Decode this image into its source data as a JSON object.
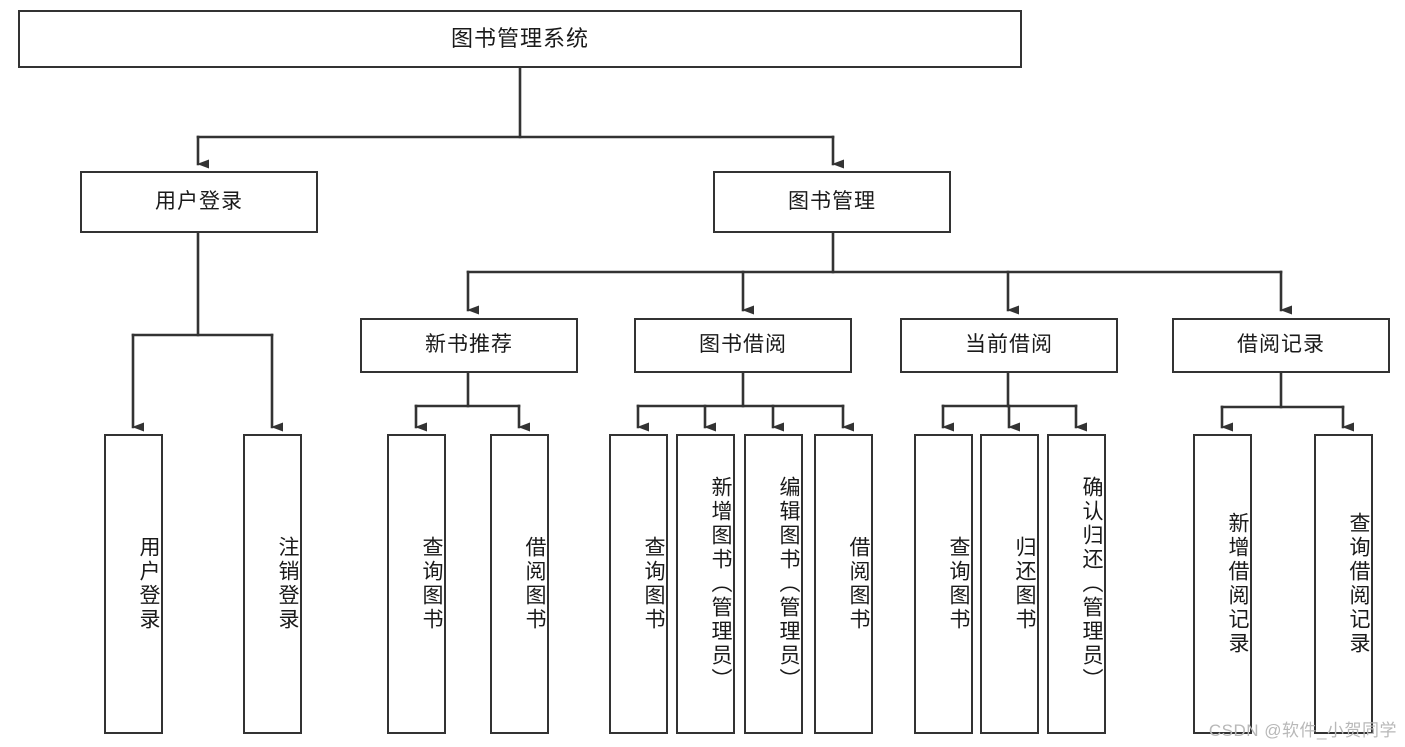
{
  "diagram": {
    "type": "tree",
    "title": "图书管理系统",
    "watermark": "CSDN @软件_小贺同学",
    "colors": {
      "stroke": "#333333",
      "fill": "#ffffff",
      "text": "#1a1a1a",
      "watermark": "#b8b8b8"
    },
    "nodes": {
      "root": {
        "label": "图书管理系统"
      },
      "level1": [
        {
          "label": "用户登录"
        },
        {
          "label": "图书管理"
        }
      ],
      "level2": [
        {
          "label": "新书推荐"
        },
        {
          "label": "图书借阅"
        },
        {
          "label": "当前借阅"
        },
        {
          "label": "借阅记录"
        }
      ],
      "leaves_user_login": [
        {
          "label": "用户登录"
        },
        {
          "label": "注销登录"
        }
      ],
      "leaves_new_books": [
        {
          "label": "查询图书"
        },
        {
          "label": "借阅图书"
        }
      ],
      "leaves_borrow": [
        {
          "label": "查询图书"
        },
        {
          "label": "新增图书（管理员）"
        },
        {
          "label": "编辑图书（管理员）"
        },
        {
          "label": "借阅图书"
        }
      ],
      "leaves_current": [
        {
          "label": "查询图书"
        },
        {
          "label": "归还图书"
        },
        {
          "label": "确认归还（管理员）"
        }
      ],
      "leaves_records": [
        {
          "label": "新增借阅记录"
        },
        {
          "label": "查询借阅记录"
        }
      ]
    }
  }
}
